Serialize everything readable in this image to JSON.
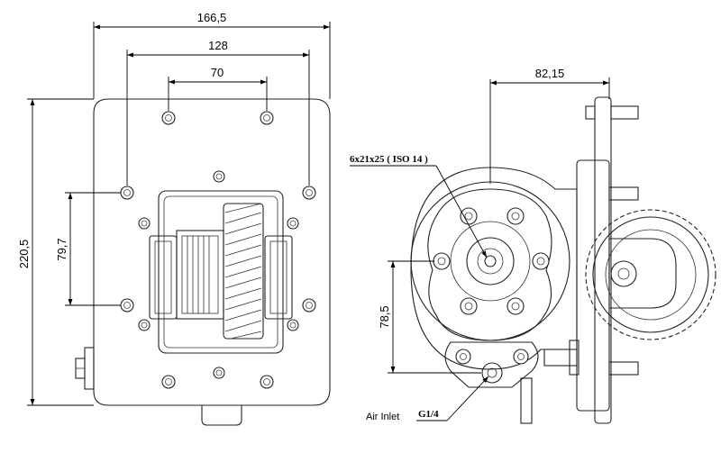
{
  "dimensions": {
    "overall_width": "166,5",
    "hole_span_width": "128",
    "top_hole_spacing": "70",
    "overall_height": "220,5",
    "hole_vertical_spacing": "79,7",
    "side_offset": "82,15",
    "inlet_height": "78,5"
  },
  "notes": {
    "spline_spec": "6x21x25 ( ISO 14 )",
    "air_inlet": "Air Inlet",
    "inlet_thread": "G1/4"
  }
}
